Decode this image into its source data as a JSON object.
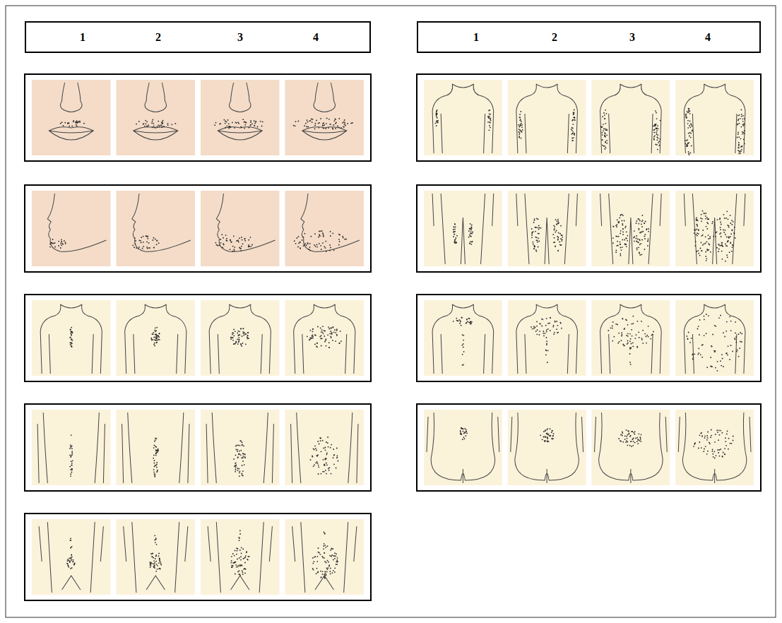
{
  "diagram": {
    "nodes": [
      {
        "text": [
          "1",
          "2",
          "3",
          "4"
        ]
      },
      {
        "text": [
          "1",
          "2",
          "3",
          "4"
        ]
      }
    ]
  }
}
